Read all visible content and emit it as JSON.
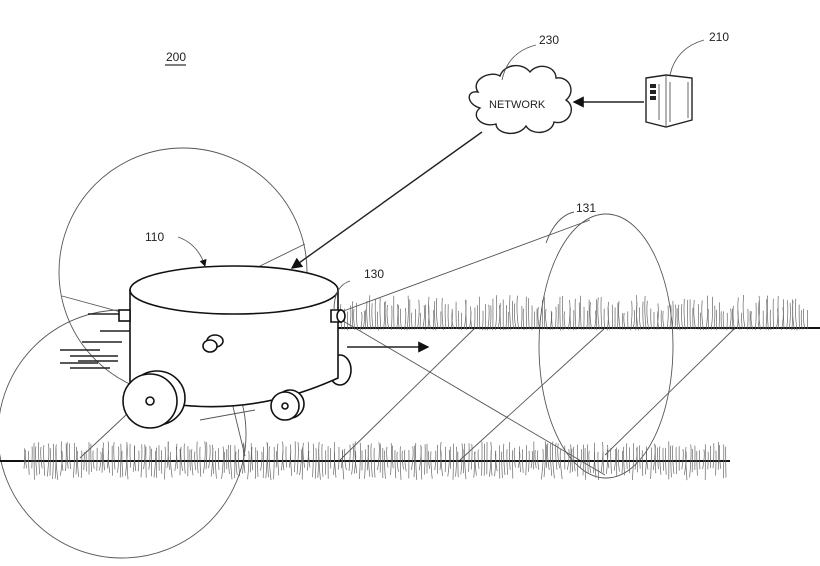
{
  "figure": {
    "figure_number": "200",
    "description": "Robotic lawn mower with sensor fields of view communicating with a server over a network"
  },
  "labels": {
    "robot": "110",
    "sensor": "130",
    "sensor_field": "131",
    "server": "210",
    "network": "230"
  },
  "network": {
    "text": "NETWORK"
  },
  "components": [
    {
      "ref": "110",
      "name": "robotic mower"
    },
    {
      "ref": "130",
      "name": "sensor"
    },
    {
      "ref": "131",
      "name": "sensor field of view"
    },
    {
      "ref": "210",
      "name": "server"
    },
    {
      "ref": "230",
      "name": "network"
    }
  ],
  "colors": {
    "line": "#111111",
    "thin_line": "#555555",
    "grass": "#666666",
    "background": "#ffffff"
  }
}
